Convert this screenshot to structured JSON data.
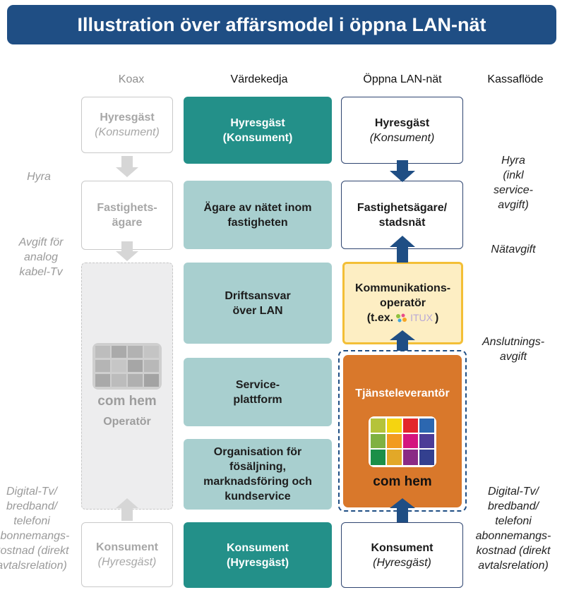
{
  "title": "Illustration över affärsmodel i öppna LAN-nät",
  "columns": {
    "koax": "Koax",
    "vardekedja": "Värdekedja",
    "lan": "Öppna LAN-nät",
    "kassaflode": "Kassaflöde"
  },
  "koax": {
    "hyresgast_title": "Hyresgäst",
    "hyresgast_sub": "(Konsument)",
    "fastighet": "Fastighets-\nägare",
    "operator_brand": "com hem",
    "operator_label": "Operatör",
    "konsument_title": "Konsument",
    "konsument_sub": "(Hyresgäst)"
  },
  "value_chain": {
    "hyresgast": "Hyresgäst\n(Konsument)",
    "agare": "Ägare av nätet inom\nfastigheten",
    "drift": "Driftsansvar\növer LAN",
    "service": "Service-\nplattform",
    "organisation": "Organisation för\nfösäljning,\nmarknadsföring och\nkundservice",
    "konsument": "Konsument\n(Hyresgäst)"
  },
  "lan": {
    "hyresgast_title": "Hyresgäst",
    "hyresgast_sub": "(Konsument)",
    "fastighet": "Fastighetsägare/\nstadsnät",
    "komm_line1": "Kommunikations-",
    "komm_line2": "operatör",
    "komm_prefix": "(t.ex.",
    "komm_brand": "ITUX",
    "komm_suffix": ")",
    "tjanste": "Tjänsteleverantör",
    "tjanste_brand": "com hem",
    "konsument_title": "Konsument",
    "konsument_sub": "(Hyresgäst)"
  },
  "left_labels": {
    "hyra": "Hyra",
    "avgift": "Avgift för\nanalog\nkabel-Tv",
    "digital": "Digital-Tv/\nbredband/\ntelefoni\nabonnemangs-\nkostnad (direkt\navtalsrelation)"
  },
  "right_labels": {
    "hyra": "Hyra\n(inkl\nservice-\navgift)",
    "natavgift": "Nätavgift",
    "anslutning": "Anslutnings-\navgift",
    "digital": "Digital-Tv/\nbredband/\ntelefoni\nabonnemangs-\nkostnad (direkt\navtalsrelation)"
  },
  "colors": {
    "banner": "#1f4e84",
    "teal_dark": "#239089",
    "teal_light": "#a8cfcf",
    "arrow_navy": "#1f4e84",
    "arrow_grey": "#d6d6d6",
    "komm_fill": "#fdeec3",
    "komm_border": "#f3bf36",
    "tjanste_fill": "#d9782b"
  },
  "icons": {
    "operator_logo": "grey-tile-grid-icon",
    "comhem_logo": "colour-tile-grid-icon",
    "itux_logo": "itux-dots-icon"
  }
}
